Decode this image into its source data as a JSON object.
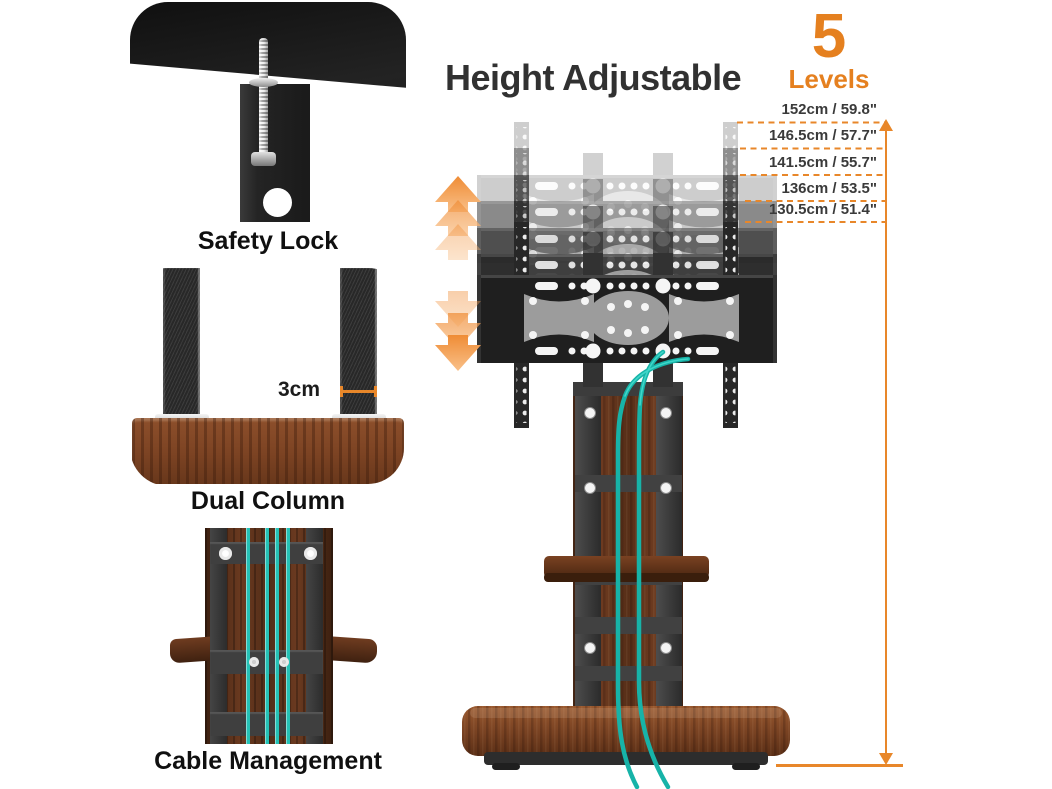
{
  "header": {
    "title": "Height Adjustable",
    "levels_number": "5",
    "levels_label": "Levels"
  },
  "features": [
    {
      "label": "Safety Lock"
    },
    {
      "label": "Dual Column",
      "annotation": "3cm"
    },
    {
      "label": "Cable Management"
    }
  ],
  "height_levels": [
    {
      "label": "152cm / 59.8\""
    },
    {
      "label": "146.5cm / 57.7\""
    },
    {
      "label": "141.5cm / 55.7\""
    },
    {
      "label": "136cm / 53.5\""
    },
    {
      "label": "130.5cm / 51.4\""
    }
  ],
  "colors": {
    "accent_orange": "#E8872A",
    "levels_orange": "#E5801F",
    "cable_teal": "#1FB9AE",
    "wood_brown": "#7C4323",
    "metal_black": "#1F1F1F"
  }
}
